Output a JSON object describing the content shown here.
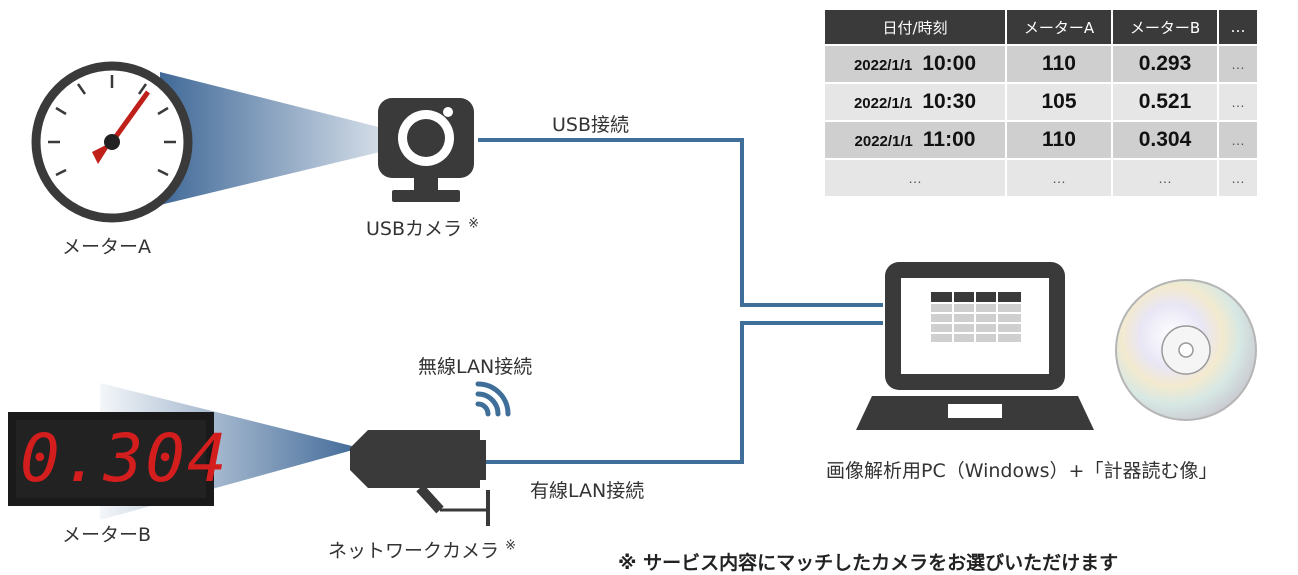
{
  "meter_a": {
    "label": "メーターA"
  },
  "meter_b": {
    "label": "メーターB",
    "display": "0.304"
  },
  "usb_camera": {
    "label": "USBカメラ",
    "mark": "※"
  },
  "network_camera": {
    "label": "ネットワークカメラ",
    "mark": "※"
  },
  "connections": {
    "usb": "USB接続",
    "wireless": "無線LAN接続",
    "wired": "有線LAN接続"
  },
  "pc": {
    "label": "画像解析用PC（Windows）+「計器読む像」"
  },
  "table": {
    "headers": [
      "日付/時刻",
      "メーターA",
      "メーターB",
      "…"
    ],
    "rows": [
      {
        "date": "2022/1/1",
        "time": "10:00",
        "a": "110",
        "b": "0.293",
        "more": "…"
      },
      {
        "date": "2022/1/1",
        "time": "10:30",
        "a": "105",
        "b": "0.521",
        "more": "…"
      },
      {
        "date": "2022/1/1",
        "time": "11:00",
        "a": "110",
        "b": "0.304",
        "more": "…"
      }
    ],
    "ellipsis_row": [
      "…",
      "…",
      "…",
      "…"
    ]
  },
  "footnote": "※ サービス内容にマッチしたカメラをお選びいただけます",
  "colors": {
    "line": "#3f6f99",
    "device": "#3a3a3a",
    "needle": "#c0201a",
    "led": "#d41e1e"
  }
}
